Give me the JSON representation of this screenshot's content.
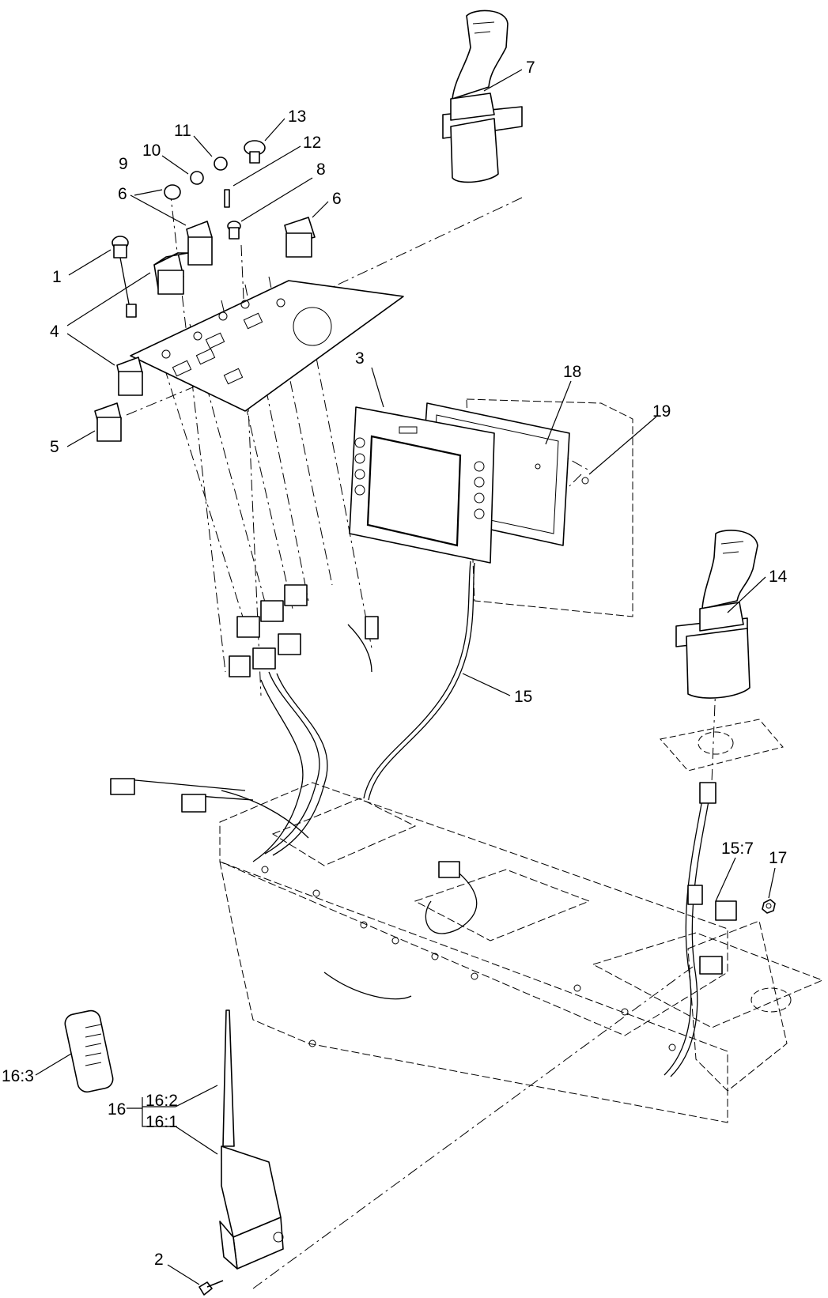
{
  "callouts": {
    "c1": "1",
    "c2": "2",
    "c3": "3",
    "c4": "4",
    "c5": "5",
    "c6a": "6",
    "c6b": "6",
    "c7": "7",
    "c8": "8",
    "c9": "9",
    "c10": "10",
    "c11": "11",
    "c12": "12",
    "c13": "13",
    "c14": "14",
    "c15": "15",
    "c15_7": "15:7",
    "c16": "16",
    "c16_1": "16:1",
    "c16_2": "16:2",
    "c16_3": "16:3",
    "c17": "17",
    "c18": "18",
    "c19": "19"
  }
}
